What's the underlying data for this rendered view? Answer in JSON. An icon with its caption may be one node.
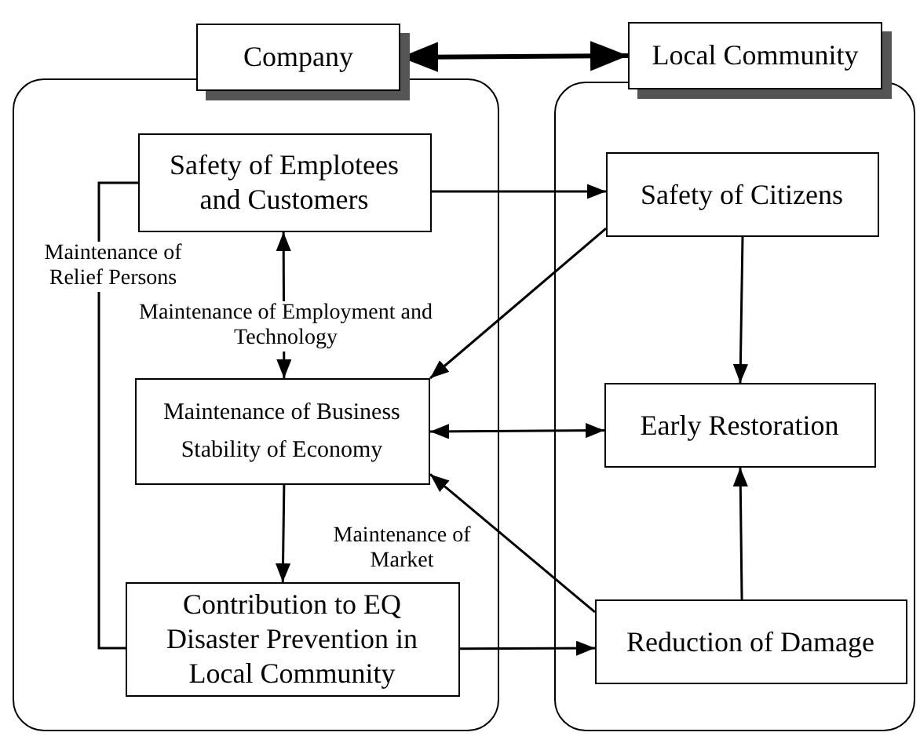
{
  "diagram": {
    "nodes": [
      {
        "text": [
          "Company"
        ]
      },
      {
        "text": [],
        "shape": "box"
      },
      {
        "text": [
          "Safety of Emplotees and Customers"
        ],
        "in": 1
      },
      {
        "text": [
          "Maintenance of Business",
          "Stability of Economy"
        ],
        "in": 1
      },
      {
        "text": [
          "Contribution to EQ Disaster Prevention in Local Community"
        ],
        "in": 1
      },
      {
        "text": [
          "Local Community"
        ]
      },
      {
        "text": [],
        "shape": "box"
      },
      {
        "text": [
          "Safety of Citizens"
        ],
        "in": 6
      },
      {
        "text": [
          "Early Restoration"
        ],
        "in": 6
      },
      {
        "text": [
          "Reduction of Damage"
        ],
        "in": 6
      }
    ],
    "edges": [
      {
        "from": 0,
        "to": 5,
        "arrow": "both",
        "style": "thick"
      },
      {
        "from": 2,
        "to": 7,
        "arrow": "to"
      },
      {
        "from": 7,
        "to": 3,
        "arrow": "to"
      },
      {
        "from": 2,
        "to": 3,
        "arrow": "both",
        "label": "Maintenance of Employment and Technology"
      },
      {
        "from": 7,
        "to": 8,
        "arrow": "to"
      },
      {
        "from": 3,
        "to": 8,
        "arrow": "both"
      },
      {
        "from": 3,
        "to": 4,
        "arrow": "to"
      },
      {
        "from": 9,
        "to": 3,
        "arrow": "to",
        "label": "Maintenance of Market"
      },
      {
        "from": 4,
        "to": 9,
        "arrow": "to"
      },
      {
        "from": 9,
        "to": 8,
        "arrow": "to"
      },
      {
        "from": 2,
        "to": 4,
        "arrow": "none",
        "label": "Maintenance of Relief Persons"
      }
    ]
  }
}
